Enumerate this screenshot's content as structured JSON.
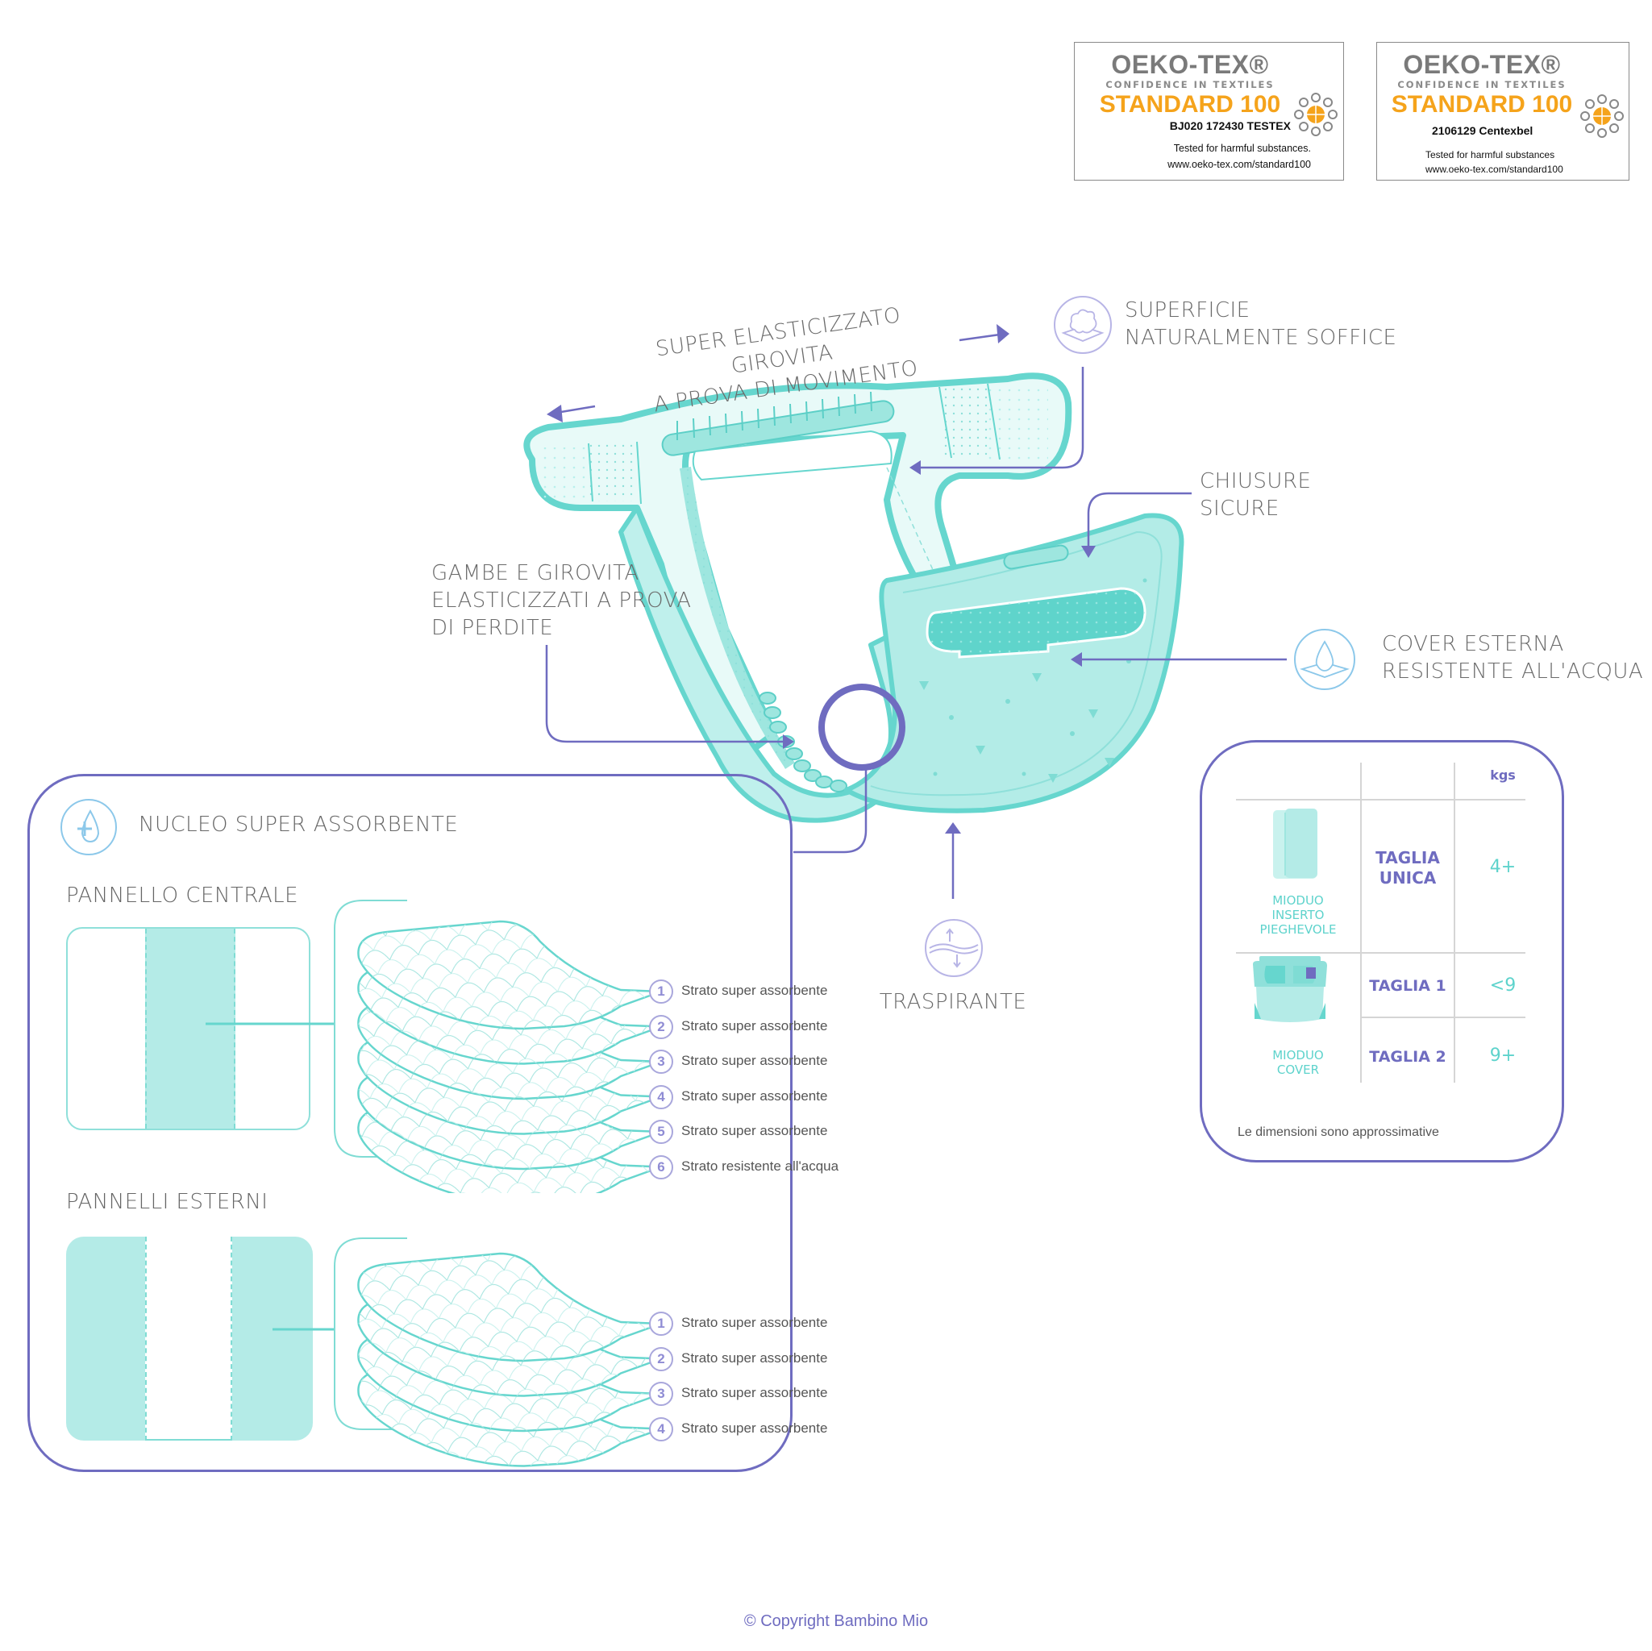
{
  "certifications": [
    {
      "brand": "OEKO-TEX®",
      "tagline": "CONFIDENCE IN TEXTILES",
      "standard": "STANDARD 100",
      "code": "BJ020 172430 TESTEX",
      "tested": "Tested for harmful substances.",
      "url": "www.oeko-tex.com/standard100"
    },
    {
      "brand": "OEKO-TEX®",
      "tagline": "CONFIDENCE IN TEXTILES",
      "standard": "STANDARD 100",
      "code": "2106129 Centexbel",
      "tested": "Tested for harmful substances",
      "url": "www.oeko-tex.com/standard100"
    }
  ],
  "features": {
    "waistband": {
      "line1": "SUPER ELASTICIZZATO GIROVITA",
      "line2": "A PROVA DI MOVIMENTO"
    },
    "soft_surface": {
      "line1": "SUPERFICIE",
      "line2": "NATURALMENTE SOFFICE",
      "icon": "cotton-cloud-icon"
    },
    "closures": {
      "line1": "CHIUSURE",
      "line2": "SICURE"
    },
    "legs": {
      "line1": "GAMBE E GIROVITA",
      "line2": "ELASTICIZZATI A PROVA",
      "line3": "DI PERDITE"
    },
    "outer_cover": {
      "line1": "COVER ESTERNA",
      "line2": "RESISTENTE ALL'ACQUA",
      "icon": "water-drop-icon"
    },
    "breathable": {
      "label": "TRASPIRANTE",
      "icon": "airflow-icon"
    }
  },
  "core_panel": {
    "title": "NUCLEO SUPER ASSORBENTE",
    "icon": "absorb-drop-plus-icon",
    "central": {
      "title": "PANNELLO CENTRALE",
      "layers": [
        {
          "n": "1",
          "label": "Strato super assorbente"
        },
        {
          "n": "2",
          "label": "Strato super assorbente"
        },
        {
          "n": "3",
          "label": "Strato super assorbente"
        },
        {
          "n": "4",
          "label": "Strato super assorbente"
        },
        {
          "n": "5",
          "label": "Strato super assorbente"
        },
        {
          "n": "6",
          "label": "Strato resistente all'acqua"
        }
      ]
    },
    "outer": {
      "title": "PANNELLI ESTERNI",
      "layers": [
        {
          "n": "1",
          "label": "Strato super assorbente"
        },
        {
          "n": "2",
          "label": "Strato super assorbente"
        },
        {
          "n": "3",
          "label": "Strato super assorbente"
        },
        {
          "n": "4",
          "label": "Strato super assorbente"
        }
      ]
    }
  },
  "size_table": {
    "unit_header": "kgs",
    "products": [
      {
        "name_l1": "MIODUO",
        "name_l2": "INSERTO",
        "name_l3": "PIEGHEVOLE",
        "sizes": [
          {
            "size_l1": "TAGLIA",
            "size_l2": "UNICA",
            "weight": "4+"
          }
        ]
      },
      {
        "name_l1": "MIODUO",
        "name_l2": "COVER",
        "sizes": [
          {
            "size_l1": "TAGLIA 1",
            "weight": "<9"
          },
          {
            "size_l1": "TAGLIA 2",
            "weight": "9+"
          }
        ]
      }
    ],
    "note": "Le dimensioni sono approssimative"
  },
  "footer": {
    "copyright": "© Copyright Bambino Mio"
  },
  "colors": {
    "accent_purple": "#6f6cc0",
    "teal": "#5ed3cc",
    "teal_light": "#b4ebe7",
    "oeko_orange": "#f5a31b",
    "text_gray": "#6a6a6a"
  }
}
